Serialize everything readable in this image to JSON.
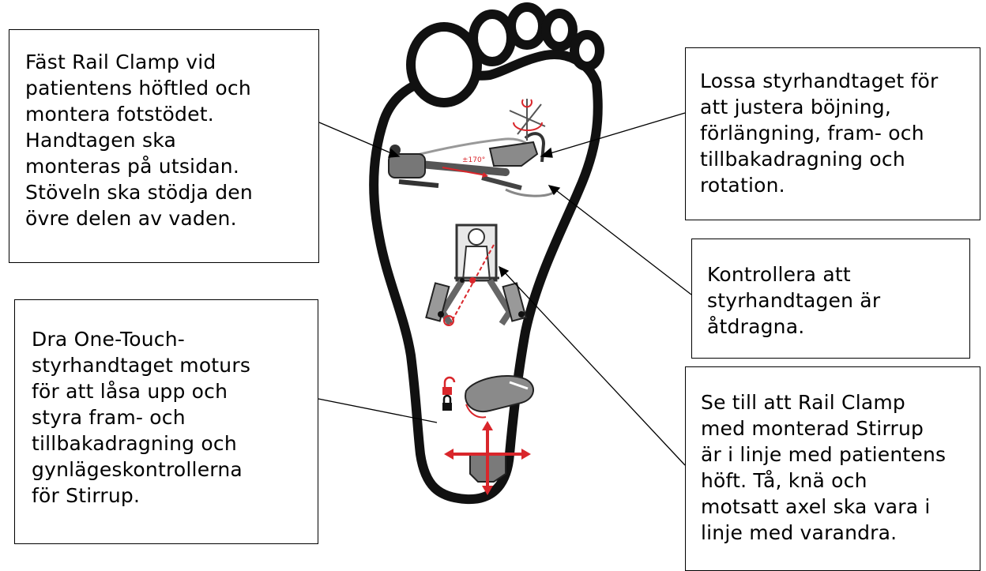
{
  "callouts": {
    "attach_rail_clamp": [
      "Fäst Rail Clamp vid",
      "patientens höftled och",
      "montera fotstödet.",
      "Handtagen ska",
      "monteras på utsidan.",
      "Stöveln ska stödja den",
      "övre delen av vaden."
    ],
    "loosen_handle": [
      "Lossa styrhandtaget för",
      "att justera böjning,",
      "förlängning, fram- och",
      "tillbakadragning och",
      "rotation."
    ],
    "check_handles": [
      "Kontrollera att",
      "styrhandtagen är",
      "åtdragna."
    ],
    "one_touch": [
      "Dra One-Touch-",
      "styrhandtaget moturs",
      "för att låsa upp och",
      "styra fram- och",
      "tillbakadragning och",
      "gynlägeskontrollerna",
      "för Stirrup."
    ],
    "align_rail_clamp": [
      "Se till att Rail Clamp",
      "med monterad Stirrup",
      "är i linje med patientens",
      "höft. Tå, knä och",
      "motsatt axel ska vara i",
      "linje med varandra."
    ]
  },
  "icons": {
    "accent_color": "#d9262b",
    "outline_color": "#111111",
    "illustration": "foot-sole-outline",
    "angle_label": "±170°"
  }
}
